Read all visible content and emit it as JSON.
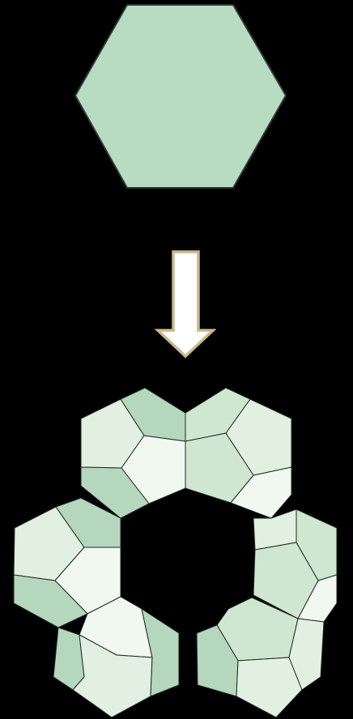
{
  "colors": {
    "background": "#000000",
    "hexagon_fill": "#b8dcc2",
    "hexagon_stroke": "#2a3a2e",
    "arrow_fill": "#ffffff",
    "arrow_stroke": "#c9b98a",
    "tile_light": "#e2f0e2",
    "tile_lighter": "#f0f8f0",
    "tile_medium": "#cfe6d0",
    "tile_dark": "#b5d7bd",
    "tile_stroke": "#1e2a20"
  },
  "diagram": {
    "source_shape": "hexagon",
    "transition": "down-arrow",
    "result_shape": "ring-of-pentagon-tiled-hexagons",
    "result_piece_count": 5
  }
}
